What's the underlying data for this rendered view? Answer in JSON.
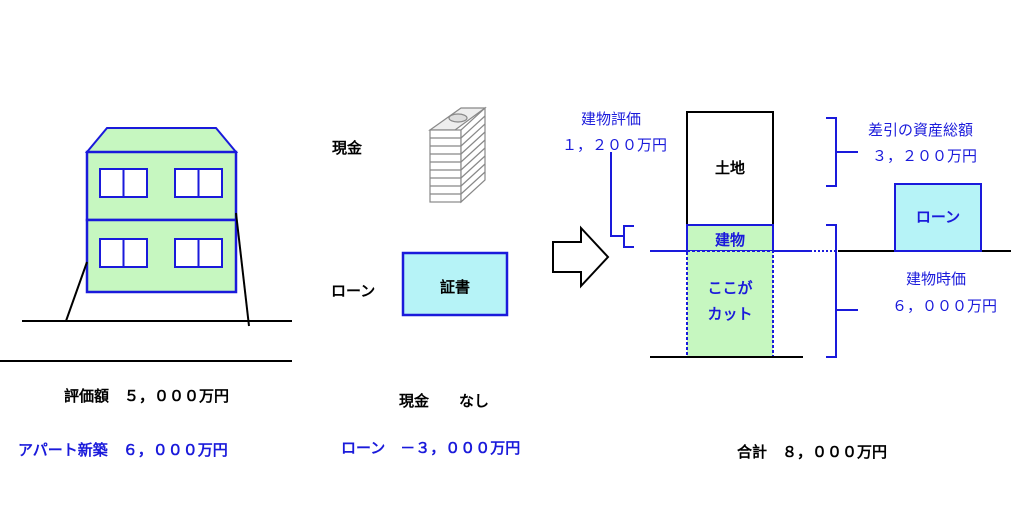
{
  "colors": {
    "line_blue": "#1a1adb",
    "green_fill": "#c6f7c0",
    "cyan_fill": "#b6f3f7",
    "black": "#000000"
  },
  "house": {
    "eval_label": "評価額　５，０００万円",
    "new_build_label": "アパート新築　６，０００万円"
  },
  "assets": {
    "cash_label": "現金",
    "loan_label": "ローン",
    "certificate_label": "証書",
    "cash_none_label": "現金　　なし",
    "loan_amount_label": "ローン　－３，０００万円",
    "cash_icon": "money-stack-icon"
  },
  "arrow_icon": "right-arrow-icon",
  "balance": {
    "building_eval_title": "建物評価",
    "building_eval_value": "１，２００万円",
    "land_label": "土地",
    "building_label": "建物",
    "cut_label_line1": "ここが",
    "cut_label_line2": "カット",
    "net_assets_title": "差引の資産総額",
    "net_assets_value": "３，２００万円",
    "loan_box_label": "ローン",
    "market_value_title": "建物時価",
    "market_value_value": "６，０００万円",
    "total_label": "合計　８，０００万円"
  }
}
